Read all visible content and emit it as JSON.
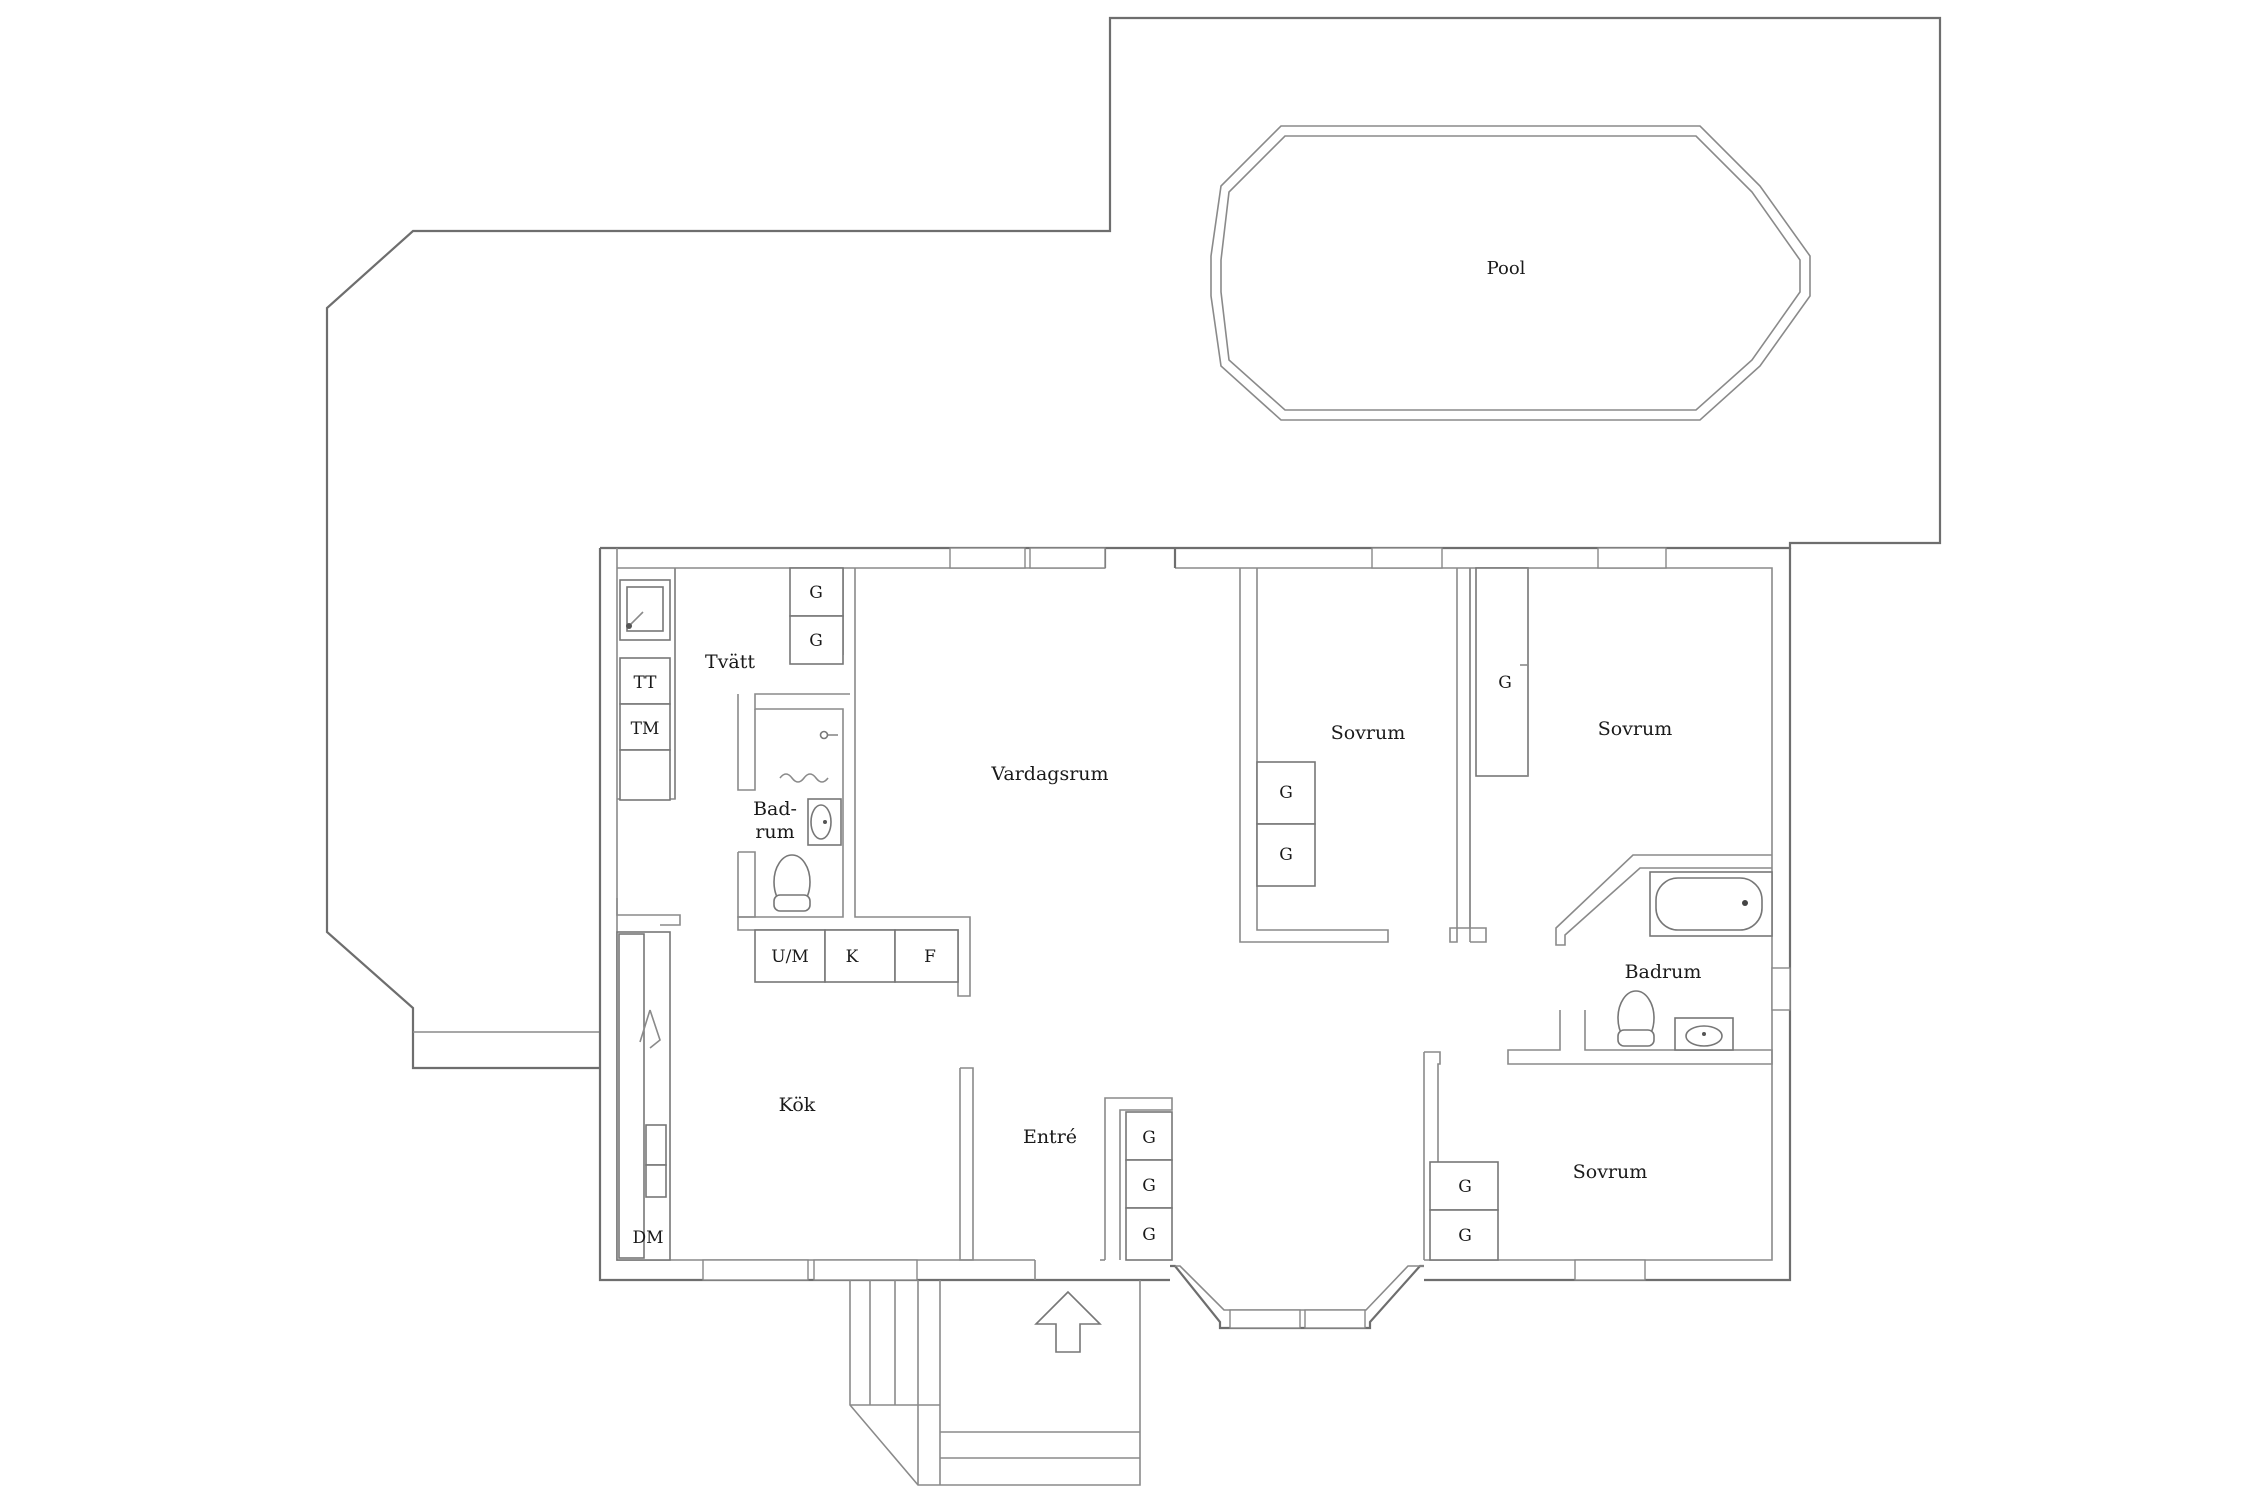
{
  "rooms": {
    "pool": "Pool",
    "tvatt": "Tvätt",
    "vardagsrum": "Vardagsrum",
    "sovrum_1": "Sovrum",
    "sovrum_2": "Sovrum",
    "sovrum_3": "Sovrum",
    "badrum_small_line1": "Bad-",
    "badrum_small_line2": "rum",
    "badrum_large": "Badrum",
    "kok": "Kök",
    "entre": "Entré"
  },
  "codes": {
    "tt": "TT",
    "tm": "TM",
    "um": "U/M",
    "k": "K",
    "f": "F",
    "dm": "DM",
    "g": "G"
  }
}
